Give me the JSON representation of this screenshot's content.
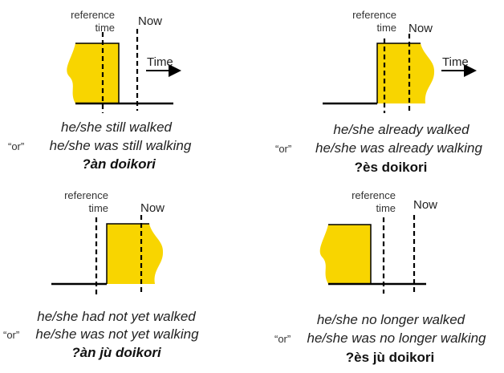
{
  "colors": {
    "event": "#F8D500"
  },
  "labels": {
    "reference_line1": "reference",
    "reference_line2": "time",
    "now": "Now",
    "time_axis": "Time",
    "or": "“or”"
  },
  "panels": [
    {
      "id": "still",
      "simple": "he/she still walked",
      "progressive": "he/she was still walking",
      "form": "?àn doikori"
    },
    {
      "id": "already",
      "simple": "he/she already walked",
      "progressive": "he/she was already walking",
      "form": "?ès doikori"
    },
    {
      "id": "not-yet",
      "simple": "he/she had not yet walked",
      "progressive": "he/she was not yet walking",
      "form": "?àn jù doikori"
    },
    {
      "id": "no-longer",
      "simple": "he/she no longer walked",
      "progressive": "he/she was no longer walking",
      "form": "?ès jù doikori"
    }
  ]
}
